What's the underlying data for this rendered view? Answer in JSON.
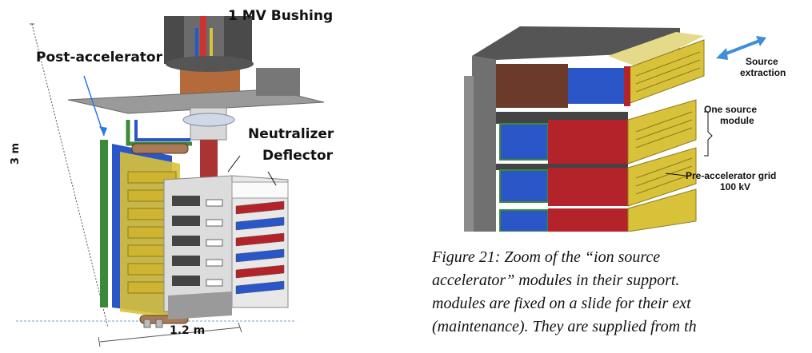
{
  "left_figure": {
    "labels": {
      "bushing": "1 MV Bushing",
      "post_accelerator": "Post-accelerator",
      "neutralizer": "Neutralizer",
      "deflector": "Deflector",
      "height": "3 m",
      "width": "1.2 m"
    }
  },
  "right_figure": {
    "labels": {
      "source_extraction_1": "Source",
      "source_extraction_2": "extraction",
      "one_source_module_1": "One source",
      "one_source_module_2": "module",
      "pre_accelerator_grid_1": "Pre-accelerator grid",
      "pre_accelerator_grid_2": "100 kV"
    }
  },
  "caption": {
    "lines": [
      "Figure 21:   Zoom of the “ion source",
      "accelerator”  modules  in  their  support.",
      "modules are fixed on a slide for their ext",
      "(maintenance).  They are supplied from th"
    ]
  },
  "colors": {
    "yellow_module": "#d8c23a",
    "blue_module": "#2a56c8",
    "red_module": "#b5232a",
    "green_conductor": "#3a8a3a",
    "grey_frame": "#8c8c8c",
    "arrow_blue": "#3f8fd6"
  }
}
